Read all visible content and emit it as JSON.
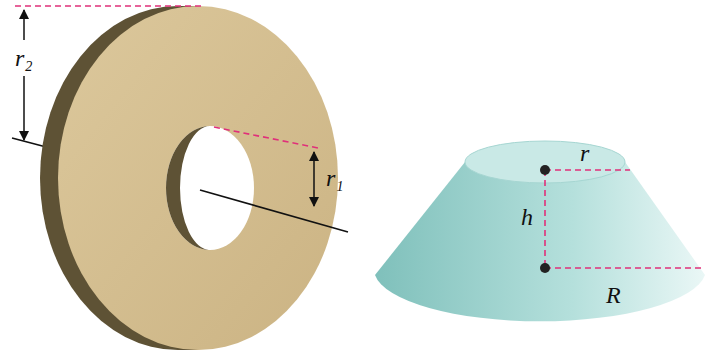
{
  "diagram": {
    "labels": [
      "r₂",
      "r₁",
      "r",
      "h",
      "R"
    ]
  }
}
